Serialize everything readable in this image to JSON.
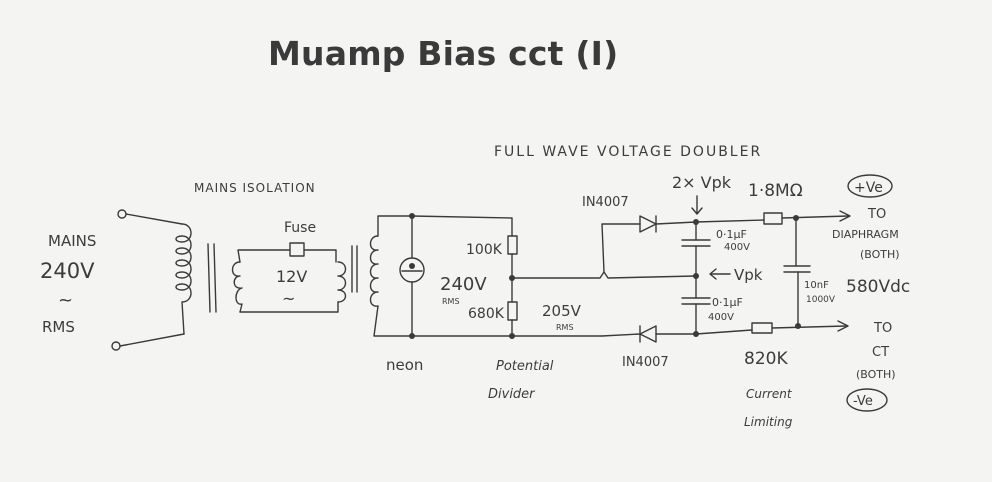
{
  "title": "Muamp Bias cct (I)",
  "labels": {
    "mains_in_1": "MAINS",
    "mains_in_2": "240V",
    "mains_in_3": "~",
    "mains_in_4": "RMS",
    "mains_isolation": "MAINS ISOLATION",
    "fuse": "Fuse",
    "iso_voltage": "12V",
    "iso_tilde": "~",
    "neon": "neon",
    "r_top": "100K",
    "r_bottom": "680K",
    "divider_voltage": "240V",
    "divider_rms": "RMS",
    "divider_out": "205V",
    "divider_out_rms": "RMS",
    "potential_1": "Potential",
    "potential_2": "Divider",
    "doubler_title": "FULL WAVE VOLTAGE DOUBLER",
    "diode_top": "IN4007",
    "diode_bottom": "IN4007",
    "vpk2": "2× Vpk",
    "vpk": "Vpk",
    "cap_top": "0·1μF",
    "cap_top_v": "400V",
    "cap_bottom": "0·1μF",
    "cap_bottom_v": "400V",
    "r_out": "1·8MΩ",
    "r_limit": "820K",
    "current_1": "Current",
    "current_2": "Limiting",
    "cap_out": "10nF",
    "cap_out_v": "1000V",
    "out_voltage": "580Vdc",
    "plus": "+Ve",
    "minus": "-Ve",
    "to_1": "TO",
    "diaphragm": "DIAPHRAGM",
    "both_1": "(BOTH)",
    "to_2": "TO",
    "ct": "CT",
    "both_2": "(BOTH)"
  }
}
